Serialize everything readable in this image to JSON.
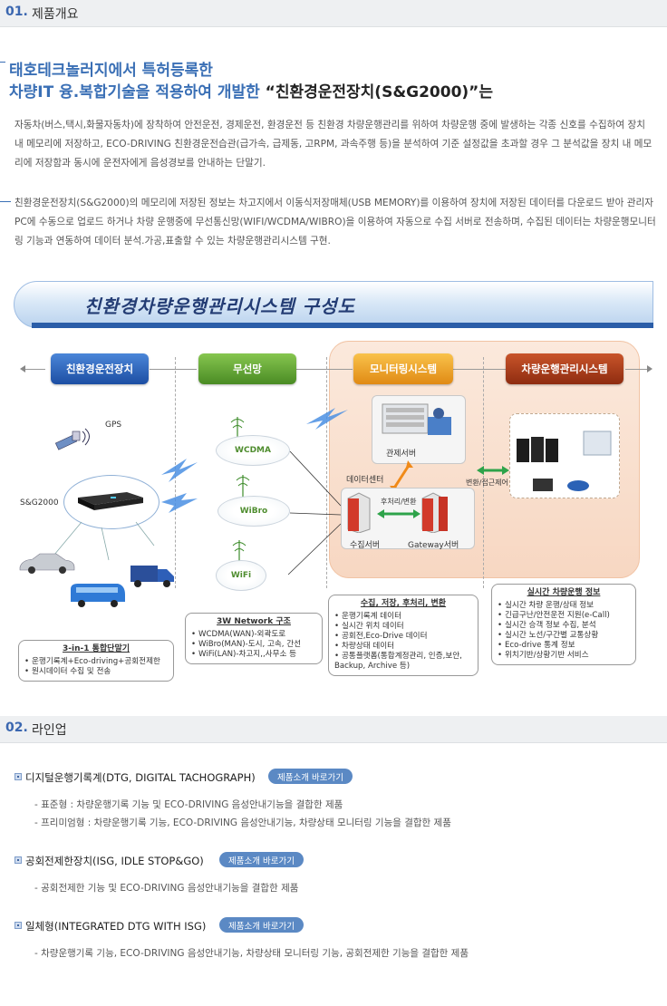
{
  "sections": {
    "overview": {
      "num": "01.",
      "title": "제품개요"
    },
    "lineup": {
      "num": "02.",
      "title": "라인업"
    }
  },
  "headline": {
    "line1": "태호테크놀러지에서 특허등록한",
    "line2_blue": "차량IT 융.복합기술을 적용하여 개발한 ",
    "line2_dark": "“친환경운전장치(S&G2000)”는"
  },
  "paragraphs": [
    "자동차(버스,택시,화물자동차)에 장착하여 안전운전, 경제운전, 환경운전 등 친환경 차량운행관리를 위하여 차량운행 중에 발생하는 각종 신호를 수집하여 장치 내 메모리에 저장하고, ECO-DRIVING 친환경운전습관(급가속, 급제동, 고RPM, 과속주행 등)을 분석하여 기준 설정값을 초과할 경우 그 분석값을 장치 내 메모리에 저장함과 동시에 운전자에게 음성경보를 안내하는 단말기.",
    "친환경운전장치(S&G2000)의 메모리에 저장된 정보는 차고지에서 이동식저장매체(USB MEMORY)를 이용하여 장치에 저장된 데이터를 다운로드 받아 관리자 PC에 수동으로 업로드 하거나 차량 운행중에 무선통신망(WIFI/WCDMA/WIBRO)을 이용하여 자동으로 수집 서버로 전송하며, 수집된 데이터는 차량운행모니터링 기능과 연동하여 데이터 분석.가공,표출할 수 있는 차량운행관리시스템 구현."
  ],
  "banner": {
    "title": "친환경차량운행관리시스템 구성도"
  },
  "diagram": {
    "headers": [
      "친환경운전장치",
      "무선망",
      "모니터링시스템",
      "차량운행관리시스템"
    ],
    "gps_label": "GPS",
    "device_label": "S&G2000",
    "networks": [
      "WCDMA",
      "WiBro",
      "WiFi"
    ],
    "control_server": "관제서버",
    "data_center": "데이터센터",
    "collect_server": "수집서버",
    "gateway_server": "Gateway서버",
    "preprocess": "후처리/변환",
    "convert_control": "변환/접근제어",
    "box_device": {
      "title": "3-in-1 통합단말기",
      "items": [
        "운행기록계+Eco-driving+공회전제한",
        "원시데이터 수집 및 전송"
      ]
    },
    "box_network": {
      "title": "3W Network 구조",
      "items": [
        "WCDMA(WAN)-외곽도로",
        "WiBro(MAN)-도시, 고속, 간선",
        "WiFi(LAN)-차고지,,사무소 등"
      ]
    },
    "box_collect": {
      "title": "수집, 저장, 후처리, 변환",
      "items": [
        "운행기록계 데이터",
        "실시간 위치 데이터",
        "공회전,Eco-Drive 데이터",
        "차량상태 데이터",
        "공통플랫폼(통합계정관리, 인증,보안,",
        "Backup, Archive 등)"
      ]
    },
    "box_realtime": {
      "title": "실시간 차량운행 정보",
      "items": [
        "실시간 차량 운행/상태 정보",
        "긴급구난/안전운전 지원(e-Call)",
        "실시간 승객 정보 수집, 분석",
        "실시간 노선/구간별 교통상황",
        "Eco-drive 통계 정보",
        "위치기반/상황기반 서비스"
      ]
    }
  },
  "lineup": {
    "button_label": "제품소개 바로가기",
    "items": [
      {
        "title": "디지털운행기록계(DTG, DIGITAL TACHOGRAPH)",
        "lines": [
          "- 표준형 : 차량운행기록 기능 및 ECO-DRIVING 음성안내기능을 결합한 제품",
          "- 프리미엄형 : 차량운행기록 기능, ECO-DRIVING 음성안내기능, 차량상태 모니터링 기능을 결합한 제품"
        ]
      },
      {
        "title": "공회전제한장치(ISG, IDLE STOP&GO)",
        "lines": [
          "- 공회전제한 기능 및 ECO-DRIVING 음성안내기능을 결합한 제품"
        ]
      },
      {
        "title": "일체형(INTEGRATED DTG WITH ISG)",
        "lines": [
          "- 차량운행기록 기능, ECO-DRIVING 음성안내기능, 차량상태 모니터링 기능, 공회전제한 기능을 결합한 제품"
        ]
      }
    ]
  },
  "colors": {
    "accent": "#3b67b0",
    "button": "#5b89c4",
    "panel": "#f7d7c2"
  }
}
